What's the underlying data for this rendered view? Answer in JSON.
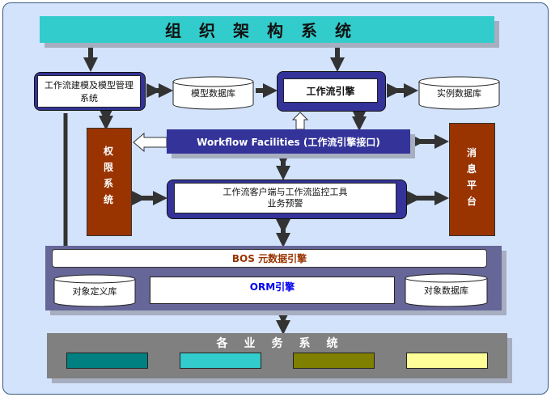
{
  "title": "组织架构系统",
  "modeling": "工作流建模及模型管理系统",
  "model_db": "模型数据库",
  "engine": "工作流引擎",
  "instance_db": "实例数据库",
  "permission": "权限系统",
  "facilities": "Workflow Facilities (工作流引擎接口)",
  "message": "消息平台",
  "client_line1": "工作流客户端与工作流监控工具",
  "client_line2": "业务预警",
  "bos": "BOS 元数据引擎",
  "object_def_db": "对象定义库",
  "orm": "ORM引擎",
  "object_db": "对象数据库",
  "business": "各业务系统",
  "colors": {
    "top": "#33cccc",
    "navy": "#333399",
    "brown": "#993300",
    "bos": "#666699",
    "biz": "#808080",
    "swatches": [
      "#008080",
      "#33cccc",
      "#808000",
      "#ffff99"
    ]
  }
}
